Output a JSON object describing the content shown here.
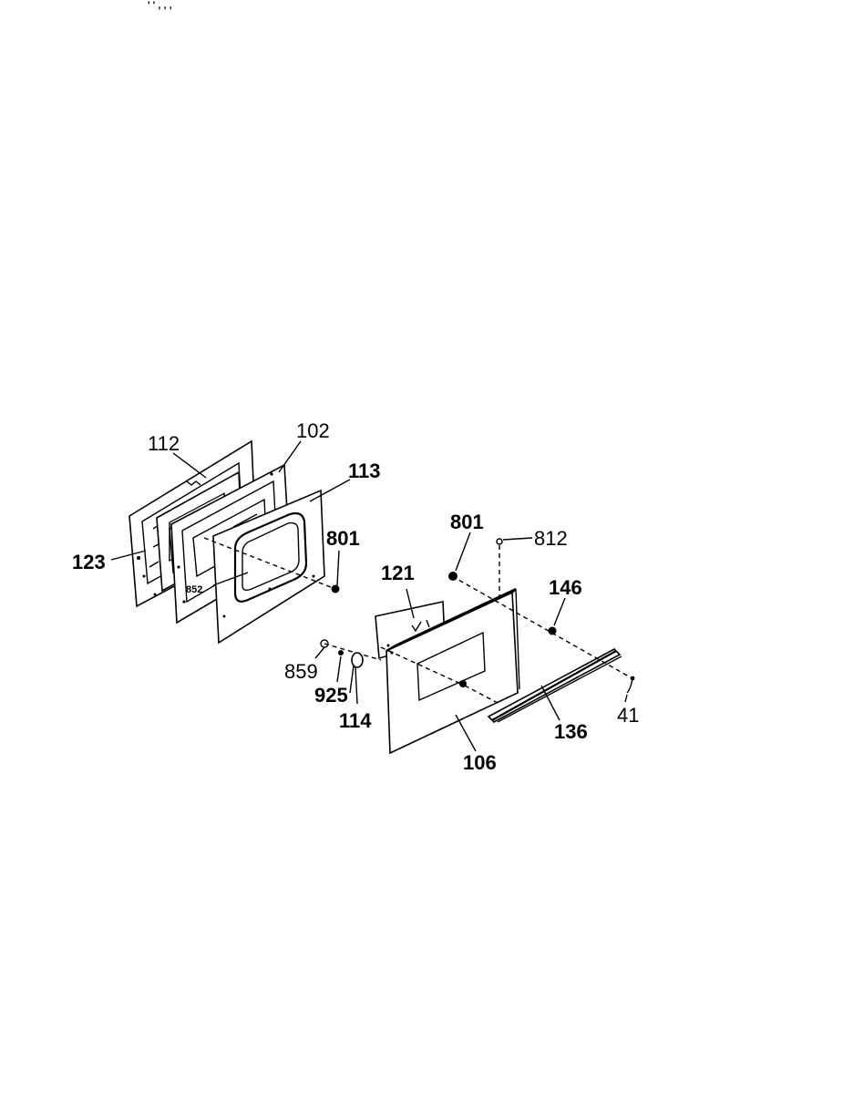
{
  "top_mark": "' ' , , ,",
  "callouts": {
    "c112": "112",
    "c102": "102",
    "c113": "113",
    "c801a": "801",
    "c123": "123",
    "c852": "852",
    "c121": "121",
    "c801b": "801",
    "c812": "812",
    "c146": "146",
    "c859": "859",
    "c925": "925",
    "c114": "114",
    "c41": "41",
    "c136": "136",
    "c106": "106"
  }
}
